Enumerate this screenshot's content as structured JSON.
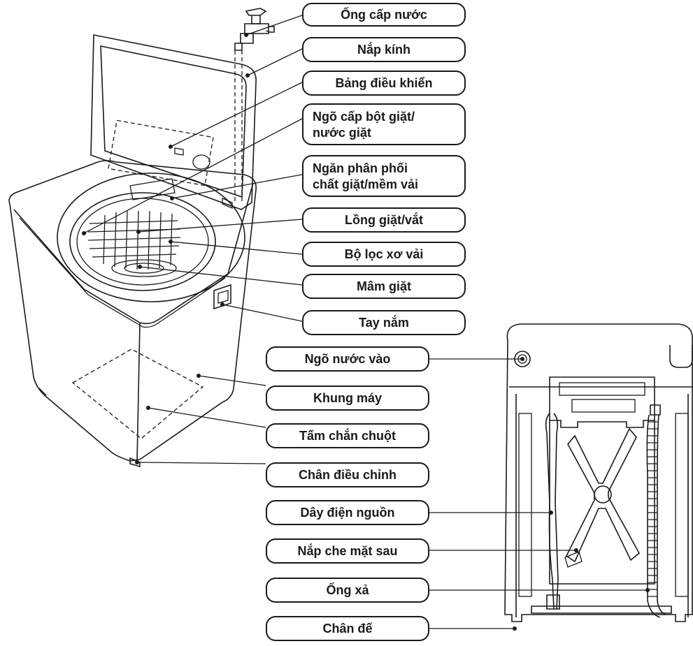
{
  "labels": {
    "water_supply_pipe": "Ống cấp nước",
    "glass_lid": "Nắp kính",
    "control_panel": "Bảng điều khiển",
    "detergent_inlet": [
      "Ngõ cấp bột giặt/",
      "nước giặt"
    ],
    "dispenser": [
      "Ngăn phân phối",
      "chất giặt/mềm vải"
    ],
    "wash_tub": "Lồng giặt/vắt",
    "lint_filter": "Bộ lọc xơ vải",
    "pulsator": "Mâm giặt",
    "handle": "Tay nắm",
    "water_inlet": "Ngõ nước vào",
    "cabinet": "Khung máy",
    "rodent_guard": "Tấm chắn chuột",
    "adjustable_foot": "Chân điều chỉnh",
    "power_cord": "Dây điện nguồn",
    "back_cover": "Nắp che mặt sau",
    "drain_hose": "Ống xả",
    "base": "Chân đế"
  }
}
